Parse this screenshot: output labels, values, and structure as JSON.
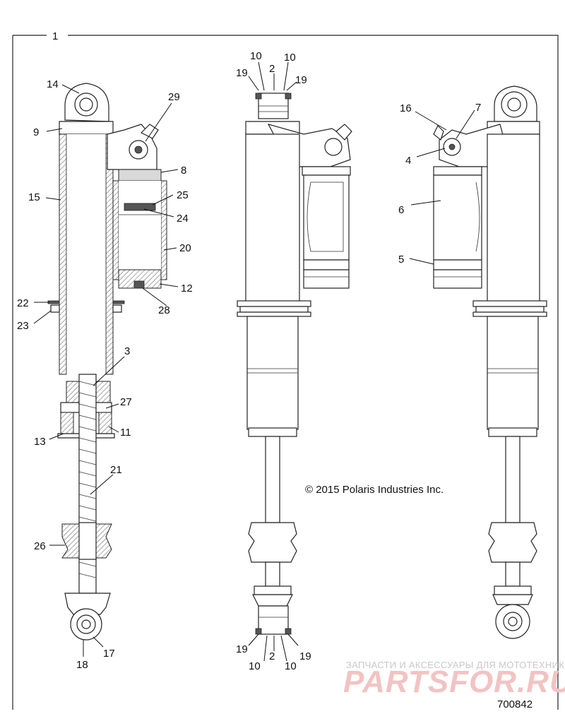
{
  "diagram": {
    "frame_label": "1",
    "copyright": "© 2015 Polaris Industries Inc.",
    "figure_number": "700842",
    "watermark_top": "ЗАПЧАСТИ И АКСЕССУАРЫ ДЛЯ МОТОТЕХНИКИ",
    "watermark_logo": "PARTSFOR.RU",
    "callouts": {
      "c14": "14",
      "c9": "9",
      "c29": "29",
      "c8": "8",
      "c15": "15",
      "c25": "25",
      "c24": "24",
      "c20": "20",
      "c12": "12",
      "c28": "28",
      "c22": "22",
      "c23": "23",
      "c3": "3",
      "c27": "27",
      "c13": "13",
      "c11": "11",
      "c21": "21",
      "c26": "26",
      "c17": "17",
      "c18": "18",
      "m10a": "10",
      "m10b": "10",
      "m2a": "2",
      "m19a": "19",
      "m19b": "19",
      "m19c": "19",
      "m10c": "10",
      "m2b": "2",
      "m10d": "10",
      "m19d": "19",
      "r16": "16",
      "r7": "7",
      "r4": "4",
      "r6": "6",
      "r5": "5"
    }
  }
}
